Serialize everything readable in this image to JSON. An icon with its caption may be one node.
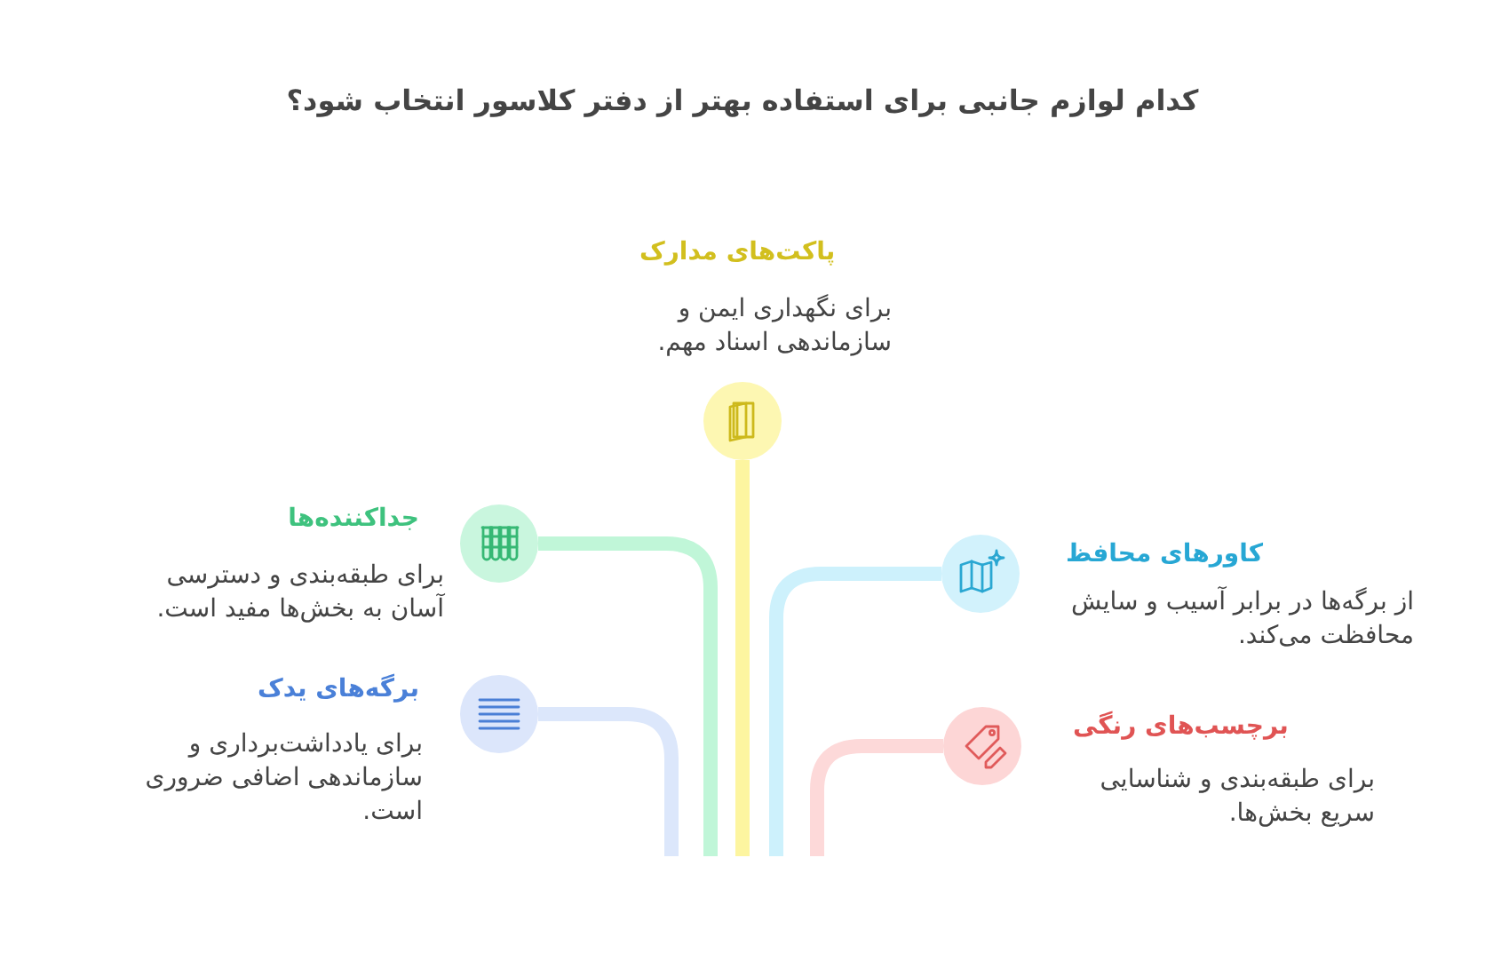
{
  "diagram": {
    "title": "کدام لوازم جانبی برای استفاده بهتر از دفتر کلاسور انتخاب شود؟",
    "nodes": [
      {
        "text": [],
        "shape": "circle",
        "beside": [
          "پاکت‌های مدارک",
          "برای نگهداری ایمن و سازماندهی اسناد مهم."
        ]
      },
      {
        "text": [],
        "shape": "circle",
        "beside": [
          "جداکننده‌ها",
          "برای طبقه‌بندی و دسترسی آسان به بخش‌ها مفید است."
        ]
      },
      {
        "text": [],
        "shape": "circle",
        "beside": [
          "کاورهای محافظ",
          "از برگه‌ها در برابر آسیب و سایش محافظت می‌کند."
        ]
      },
      {
        "text": [],
        "shape": "circle",
        "beside": [
          "برگه‌های یدک",
          "برای یادداشت‌برداری و سازماندهی اضافی ضروری است."
        ]
      },
      {
        "text": [],
        "shape": "circle",
        "beside": [
          "برچسب‌های رنگی",
          "برای طبقه‌بندی و شناسایی سریع بخش‌ها."
        ]
      }
    ],
    "edges": [
      {
        "from": 0,
        "to": null,
        "arrow": "none",
        "color": "#fdf5a0"
      },
      {
        "from": 1,
        "to": null,
        "arrow": "none",
        "color": "#c0f6d8"
      },
      {
        "from": 2,
        "to": null,
        "arrow": "none",
        "color": "#cdf1fc"
      },
      {
        "from": 3,
        "to": null,
        "arrow": "none",
        "color": "#dce7fb"
      },
      {
        "from": 4,
        "to": null,
        "arrow": "none",
        "color": "#fdd9d9"
      }
    ]
  }
}
